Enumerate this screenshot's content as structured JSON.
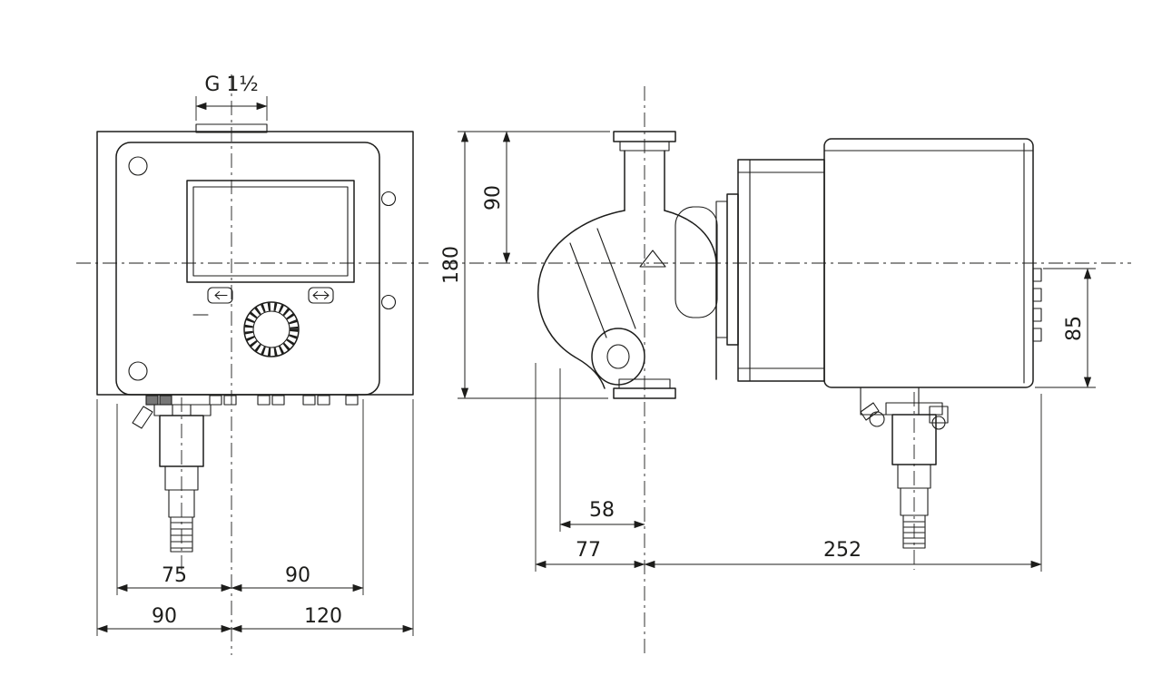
{
  "dims": {
    "thread": "G 1½",
    "front_75": "75",
    "front_90_inner": "90",
    "front_90_outer": "90",
    "front_120": "120",
    "side_90": "90",
    "side_180": "180",
    "side_85": "85",
    "side_58": "58",
    "side_77": "77",
    "side_252": "252"
  },
  "colors": {
    "line": "#1d1d1b",
    "background": "#ffffff"
  }
}
